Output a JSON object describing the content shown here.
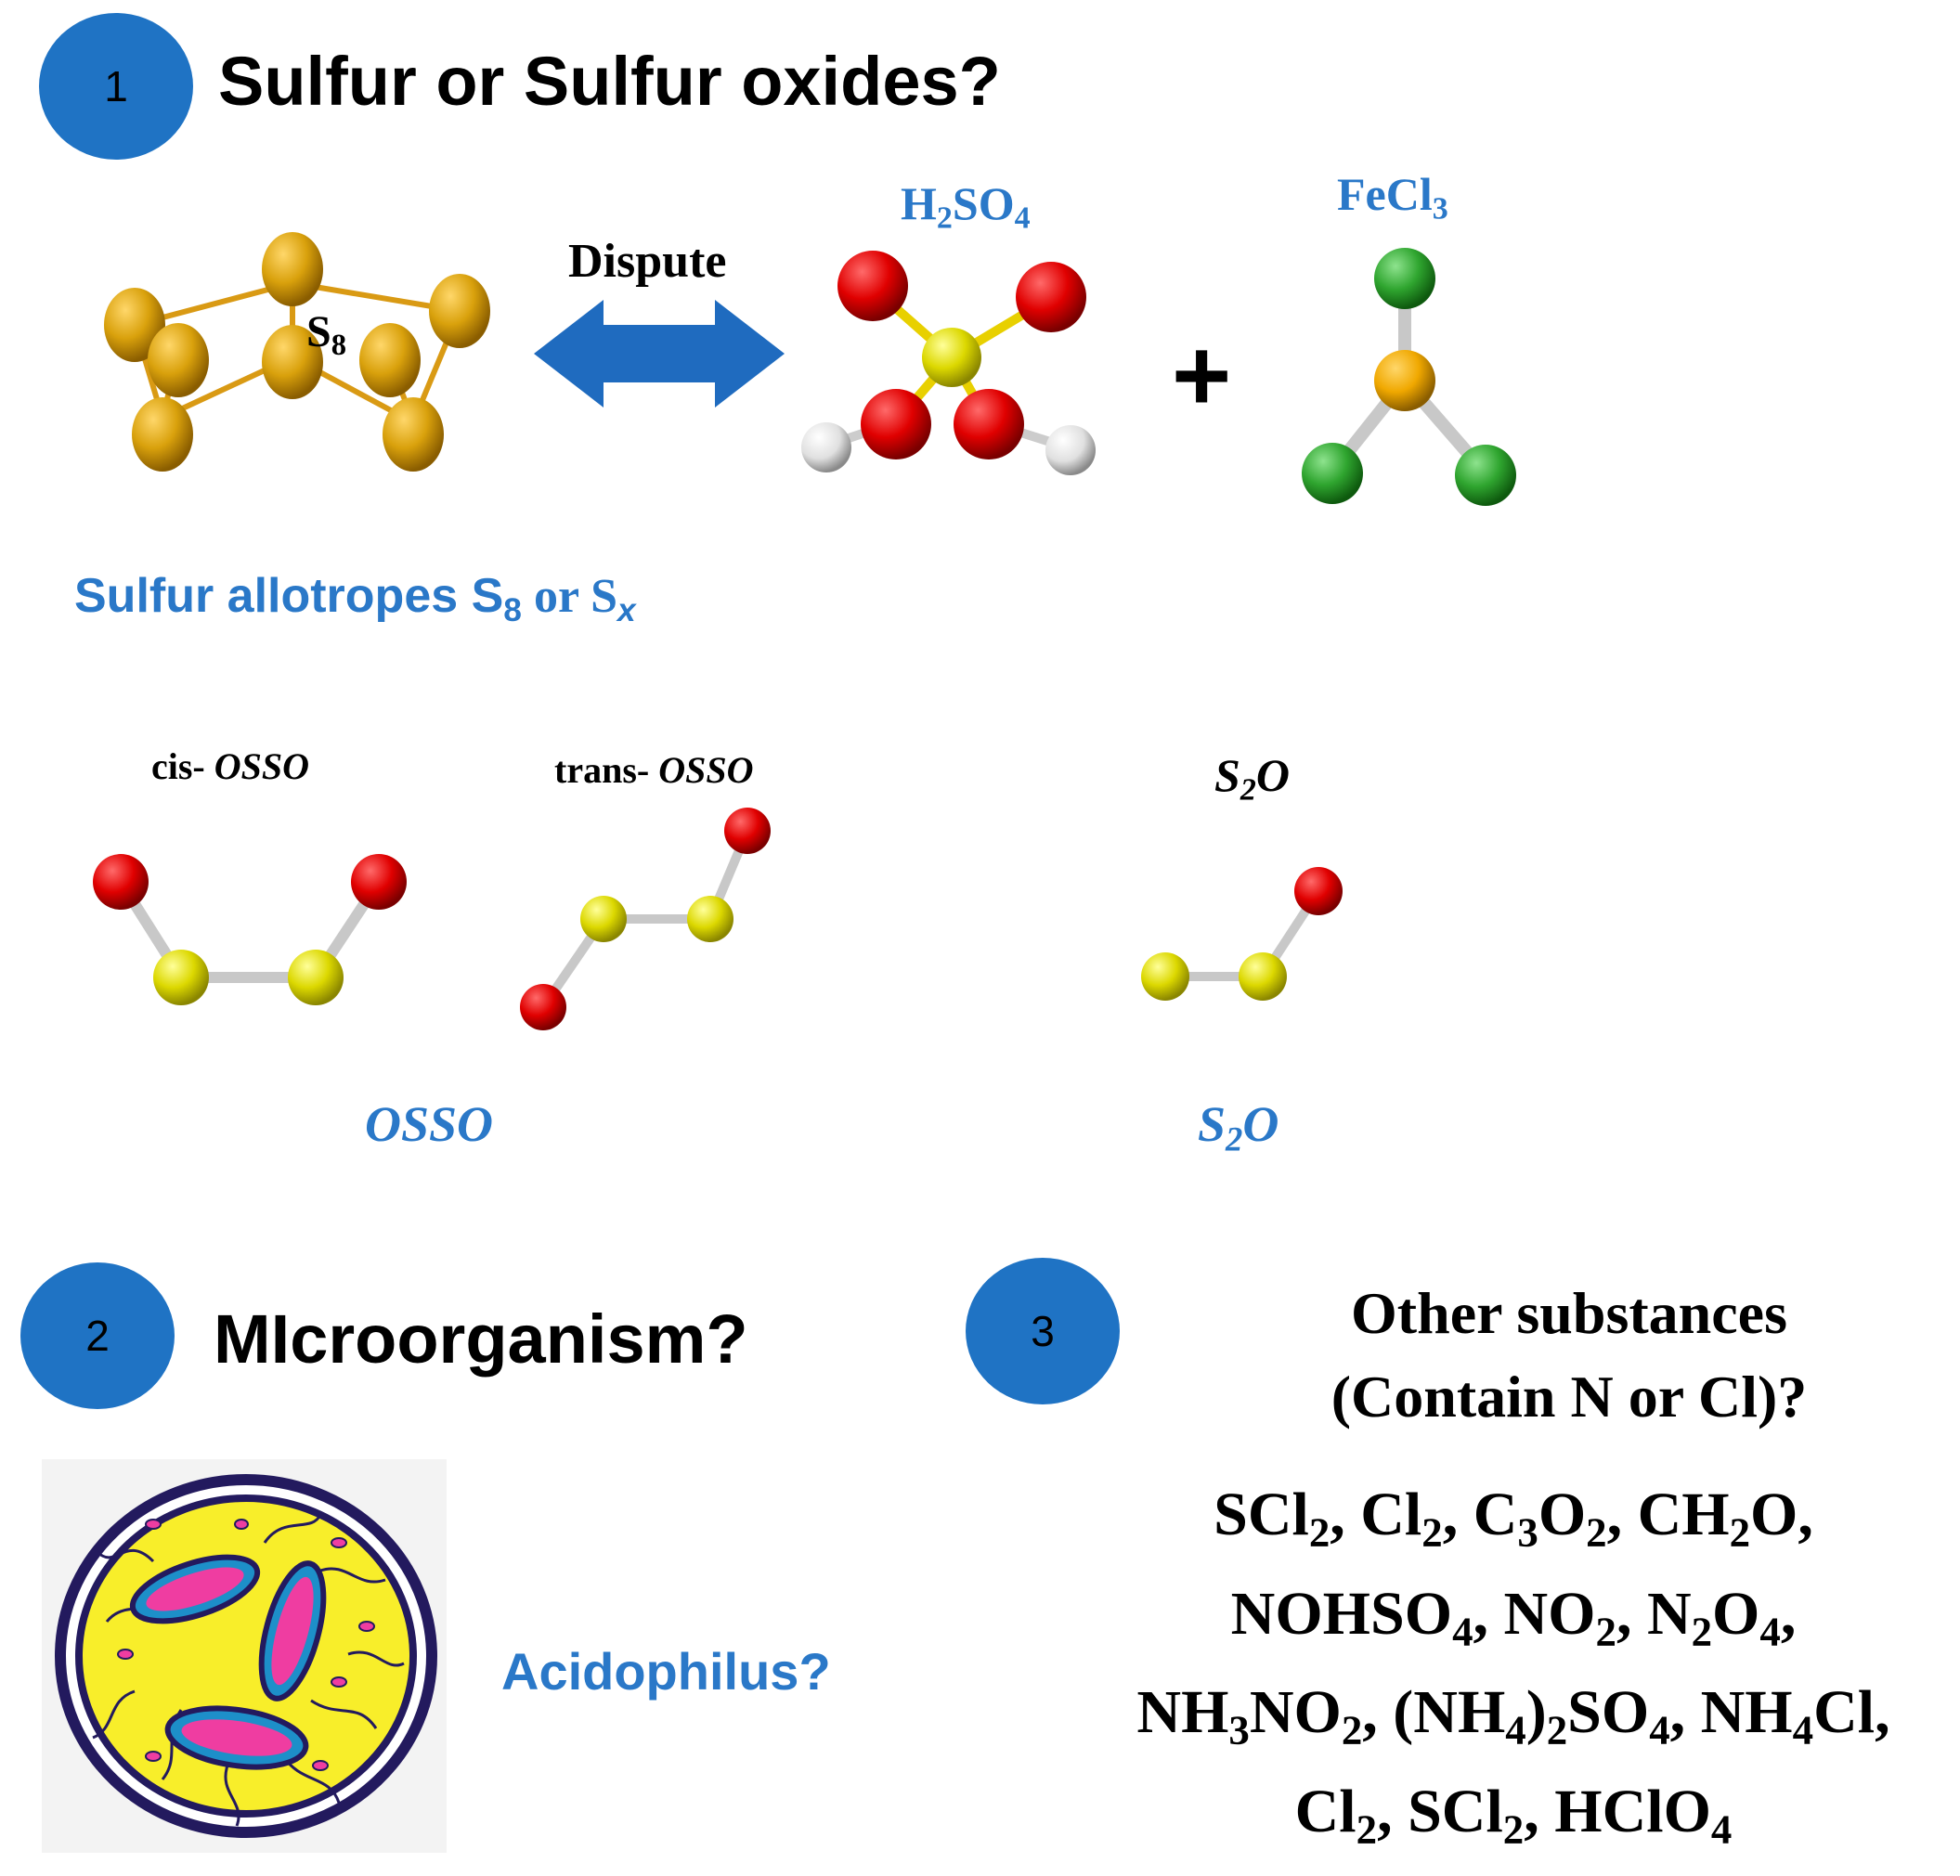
{
  "sections": [
    {
      "number": "1",
      "heading": "Sulfur or Sulfur oxides?"
    },
    {
      "number": "2",
      "heading": "MIcroorganism?"
    },
    {
      "number": "3",
      "heading_lines": [
        "Other substances",
        "(Contain N or Cl)?"
      ]
    }
  ],
  "section1": {
    "s8": {
      "base": "S",
      "sub": "8"
    },
    "dispute_label": "Dispute",
    "h2so4": {
      "parts": [
        {
          "text": "H",
          "sub": false
        },
        {
          "text": "2",
          "sub": true
        },
        {
          "text": "SO",
          "sub": false
        },
        {
          "text": "4",
          "sub": true
        }
      ]
    },
    "fecl3": {
      "parts": [
        {
          "text": "FeCl",
          "sub": false
        },
        {
          "text": "3",
          "sub": true
        }
      ]
    },
    "plus": "+",
    "allotropes_caption": {
      "text": "Sulfur allotropes S",
      "sub": "8",
      "or": " or S",
      "sub_x": "x"
    },
    "cis_label": {
      "prefix": "cis- ",
      "name": "OSSO"
    },
    "trans_label": {
      "prefix": "trans- ",
      "name": "OSSO"
    },
    "s2o_label": {
      "base": "S",
      "sub": "2",
      "rest": "O"
    },
    "osso_caption": "OSSO",
    "s2o_caption": {
      "base": "S",
      "sub": "2",
      "rest": "O"
    }
  },
  "section2": {
    "caption": "Acidophilus?"
  },
  "section3": {
    "formula_lines": [
      [
        {
          "t": "SCl"
        },
        {
          "s": "2"
        },
        {
          "t": ", Cl"
        },
        {
          "s": "2"
        },
        {
          "t": ", C"
        },
        {
          "s": "3"
        },
        {
          "t": "O"
        },
        {
          "s": "2"
        },
        {
          "t": ", CH"
        },
        {
          "s": "2"
        },
        {
          "t": "O,"
        }
      ],
      [
        {
          "t": "NOHSO"
        },
        {
          "s": "4"
        },
        {
          "t": ", NO"
        },
        {
          "s": "2"
        },
        {
          "t": ", N"
        },
        {
          "s": "2"
        },
        {
          "t": "O"
        },
        {
          "s": "4"
        },
        {
          "t": ","
        }
      ],
      [
        {
          "t": "NH"
        },
        {
          "s": "3"
        },
        {
          "t": "NO"
        },
        {
          "s": "2"
        },
        {
          "t": ", (NH"
        },
        {
          "s": "4"
        },
        {
          "t": ")"
        },
        {
          "s": "2"
        },
        {
          "t": "SO"
        },
        {
          "s": "4"
        },
        {
          "t": ", NH"
        },
        {
          "s": "4"
        },
        {
          "t": "Cl,"
        }
      ],
      [
        {
          "t": "Cl"
        },
        {
          "s": "2"
        },
        {
          "t": ", SCl"
        },
        {
          "s": "2"
        },
        {
          "t": ", HClO"
        },
        {
          "s": "4"
        }
      ]
    ]
  },
  "colors": {
    "badge": "#1f73c4",
    "blue_text": "#2a78c8",
    "sulfur_atom": "#d9a10c",
    "oxygen_atom": "#e00000",
    "yellow_atom": "#dcd800",
    "chlorine_atom": "#2fa52f",
    "hydrogen_atom": "#e8e8e8",
    "arrow": "#1f6bbf"
  }
}
